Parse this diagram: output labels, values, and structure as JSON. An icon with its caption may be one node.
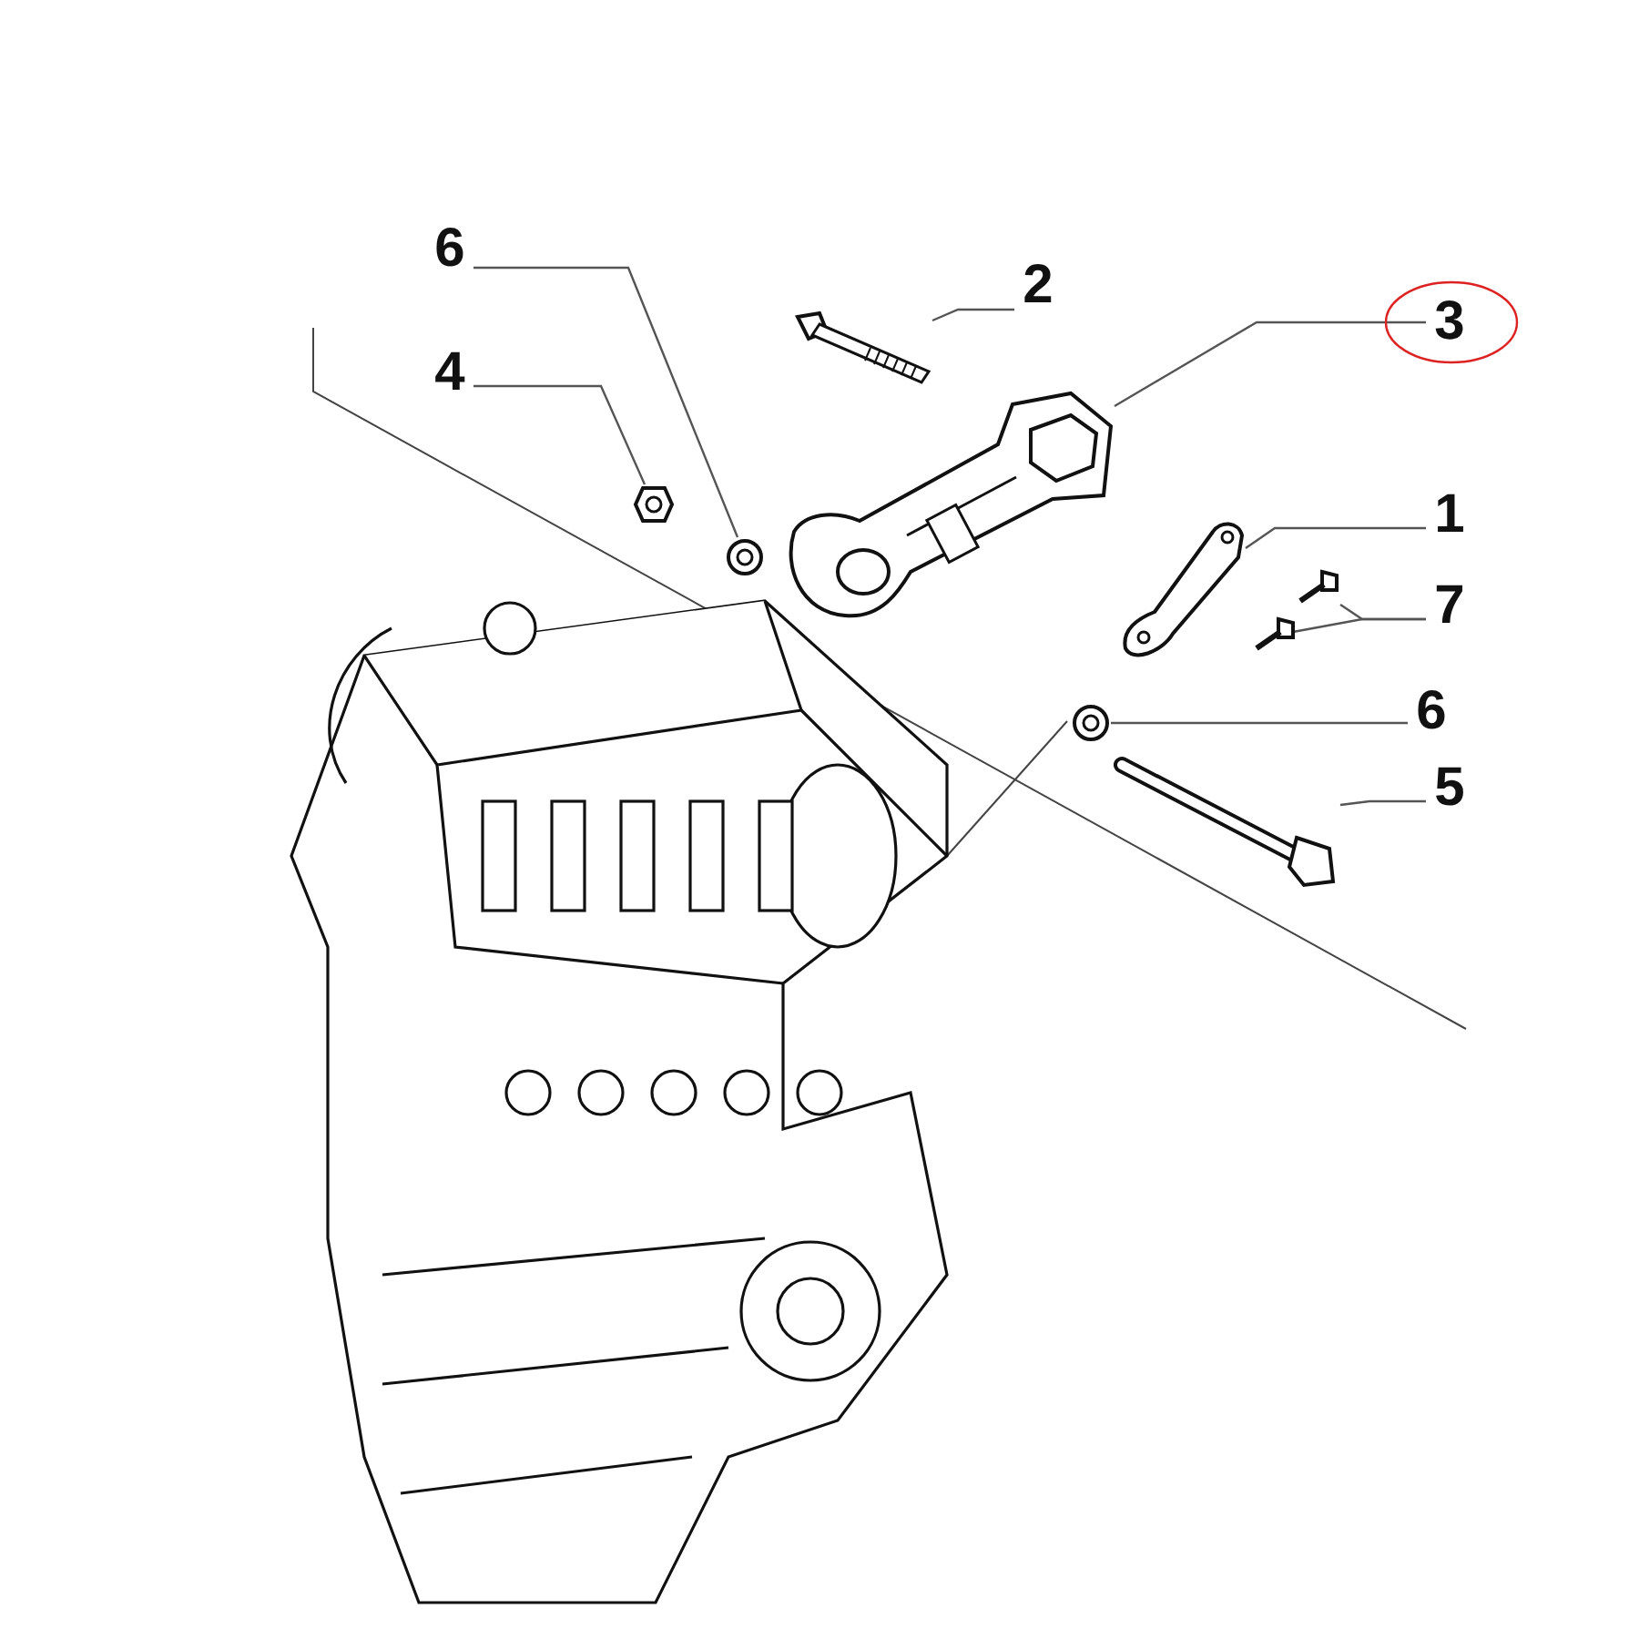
{
  "diagram": {
    "nodes": [
      {
        "text": [
          "6"
        ]
      },
      {
        "text": [
          "4"
        ]
      },
      {
        "text": [
          "2"
        ]
      },
      {
        "text": [
          "3"
        ]
      },
      {
        "text": [
          "1"
        ]
      },
      {
        "text": [
          "7"
        ]
      },
      {
        "text": [
          "6"
        ]
      },
      {
        "text": [
          "5"
        ]
      },
      {
        "text": [],
        "shape": "picture"
      },
      {
        "text": [],
        "shape": "picture"
      },
      {
        "text": [],
        "shape": "picture"
      },
      {
        "text": [],
        "shape": "picture"
      },
      {
        "text": [],
        "shape": "picture"
      },
      {
        "text": [],
        "shape": "picture"
      },
      {
        "text": [],
        "shape": "picture"
      },
      {
        "text": [],
        "shape": "picture"
      },
      {
        "text": [],
        "shape": "picture"
      }
    ],
    "edges": [
      {
        "from": 0,
        "to": 8,
        "arrow": "none"
      },
      {
        "from": 1,
        "to": 9,
        "arrow": "none"
      },
      {
        "from": 2,
        "to": 10,
        "arrow": "none"
      },
      {
        "from": 3,
        "to": 11,
        "arrow": "none"
      },
      {
        "from": 4,
        "to": 12,
        "arrow": "none"
      },
      {
        "from": 5,
        "to": 13,
        "arrow": "none"
      },
      {
        "from": 5,
        "to": 14,
        "arrow": "none"
      },
      {
        "from": 6,
        "to": 15,
        "arrow": "none"
      },
      {
        "from": 7,
        "to": 16,
        "arrow": "none"
      }
    ]
  }
}
